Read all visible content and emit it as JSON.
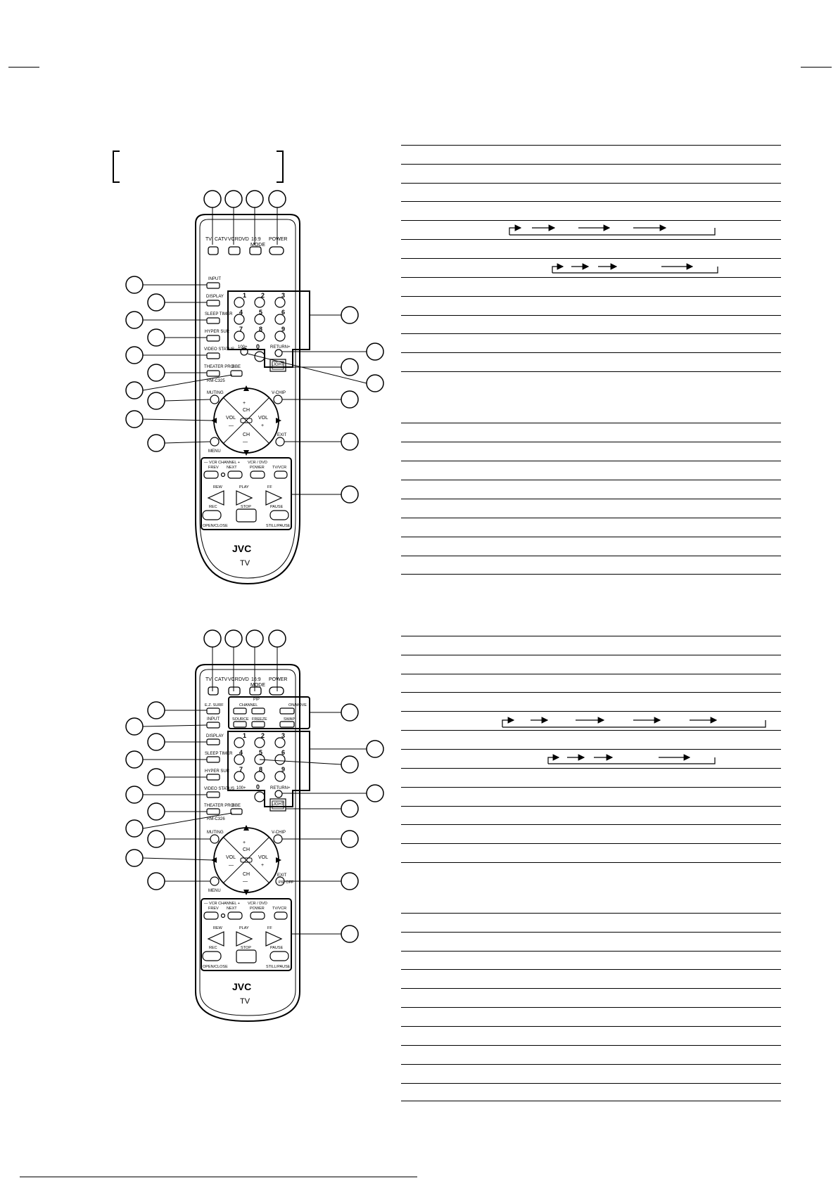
{
  "brand": {
    "logo": "JVC",
    "model_tag": "TV",
    "remote_model": "RM-C325"
  },
  "remote1": {
    "top_labels": [
      "TV",
      "CATV",
      "VCR",
      "DVD",
      "16:9",
      "MODE",
      "POWER"
    ],
    "side_labels": [
      "INPUT",
      "DISPLAY",
      "SLEEP TIMER",
      "HYPER SUR",
      "VIDEO STATUS",
      "THEATER PRO",
      "BBE",
      "100+",
      "RETURN+",
      "LIGHT",
      "MUTING",
      "V-CHIP",
      "VOL",
      "CH",
      "MENU",
      "EXIT"
    ],
    "keypad": [
      "1",
      "2",
      "3",
      "4",
      "5",
      "6",
      "7",
      "8",
      "9",
      "0"
    ],
    "vcr_labels": [
      "— VCR CHANNEL +",
      "FREV",
      "NEXT",
      "VCR / DVD",
      "POWER",
      "TV/VCR",
      "REW",
      "PLAY",
      "FF",
      "REC",
      "STOP",
      "PAUSE",
      "OPEN/CLOSE",
      "STILL/PAUSE"
    ]
  },
  "remote2": {
    "pip_labels": [
      "E.Z. SURF",
      "CHANNEL",
      "PIP",
      "ON/MOVE",
      "SOURCE",
      "FREEZE",
      "SWAP",
      "PIP OFF"
    ]
  }
}
